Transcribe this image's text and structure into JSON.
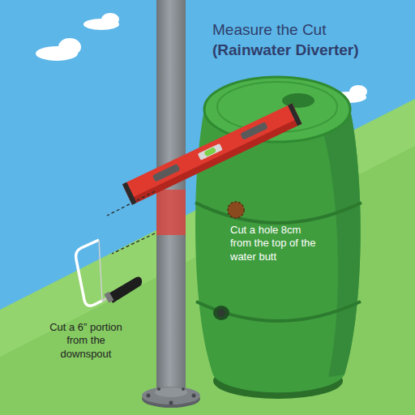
{
  "diagram": {
    "title": "Measure the Cut",
    "labels": [
      "(Rainwater Diverter)",
      "Cut a hole 8cm from the top of the water butt",
      "Cut a 6” portion from the downspout"
    ]
  }
}
